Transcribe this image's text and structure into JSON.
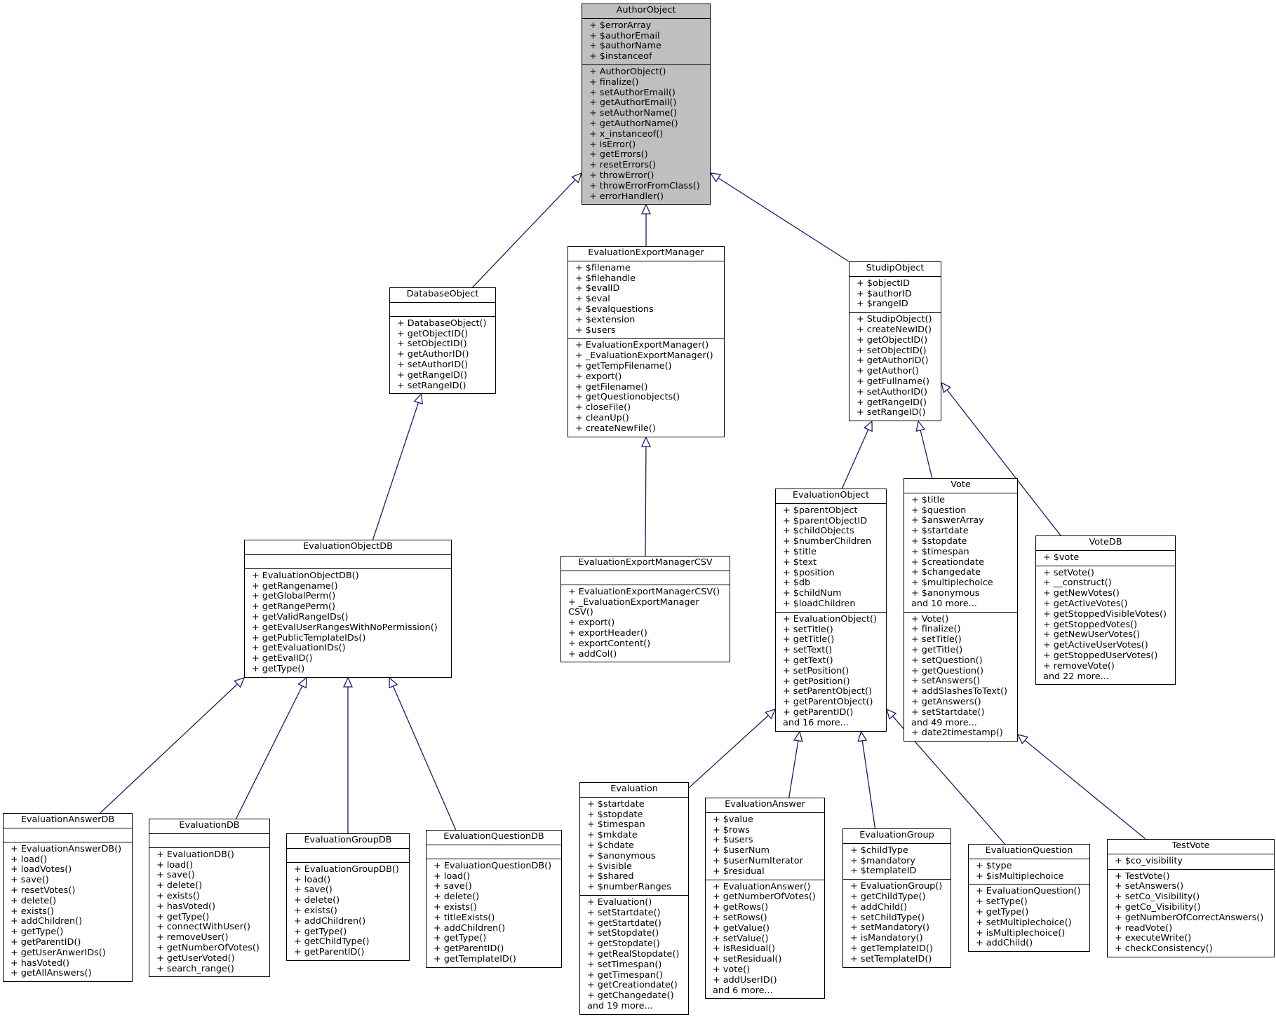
{
  "diagram": {
    "classes": [
      {
        "id": "AuthorObject",
        "name": "AuthorObject",
        "highlight": true,
        "attrs": [
          "+ $errorArray",
          "+ $authorEmail",
          "+ $authorName",
          "+ $instanceof"
        ],
        "ops": [
          "+ AuthorObject()",
          "+ finalize()",
          "+ setAuthorEmail()",
          "+ getAuthorEmail()",
          "+ setAuthorName()",
          "+ getAuthorName()",
          "+ x_instanceof()",
          "+ isError()",
          "+ getErrors()",
          "+ resetErrors()",
          "+ throwError()",
          "+ throwErrorFromClass()",
          "+ errorHandler()"
        ]
      },
      {
        "id": "DatabaseObject",
        "name": "DatabaseObject",
        "attrs": [],
        "ops": [
          "+ DatabaseObject()",
          "+ getObjectID()",
          "+ setObjectID()",
          "+ getAuthorID()",
          "+ setAuthorID()",
          "+ getRangeID()",
          "+ setRangeID()"
        ]
      },
      {
        "id": "EvaluationExportManager",
        "name": "EvaluationExportManager",
        "attrs": [
          "+ $filename",
          "+ $filehandle",
          "+ $evalID",
          "+ $eval",
          "+ $evalquestions",
          "+ $extension",
          "+ $users"
        ],
        "ops": [
          "+ EvaluationExportManager()",
          "+ _EvaluationExportManager()",
          "+ getTempFilename()",
          "+ export()",
          "+ getFilename()",
          "+ getQuestionobjects()",
          "+ closeFile()",
          "+ cleanUp()",
          "+ createNewFile()"
        ]
      },
      {
        "id": "StudipObject",
        "name": "StudipObject",
        "attrs": [
          "+ $objectID",
          "+ $authorID",
          "+ $rangeID"
        ],
        "ops": [
          "+ StudipObject()",
          "+ createNewID()",
          "+ getObjectID()",
          "+ setObjectID()",
          "+ getAuthorID()",
          "+ getAuthor()",
          "+ getFullname()",
          "+ setAuthorID()",
          "+ getRangeID()",
          "+ setRangeID()"
        ]
      },
      {
        "id": "EvaluationObjectDB",
        "name": "EvaluationObjectDB",
        "attrs": [],
        "ops": [
          "+ EvaluationObjectDB()",
          "+ getRangename()",
          "+ getGlobalPerm()",
          "+ getRangePerm()",
          "+ getValidRangeIDs()",
          "+ getEvalUserRangesWithNoPermission()",
          "+ getPublicTemplateIDs()",
          "+ getEvaluationIDs()",
          "+ getEvalID()",
          "+ getType()"
        ]
      },
      {
        "id": "EvaluationExportManagerCSV",
        "name": "EvaluationExportManagerCSV",
        "attrs": [],
        "ops": [
          "+ EvaluationExportManagerCSV()",
          "+ _EvaluationExportManager",
          "CSV()",
          "+ export()",
          "+ exportHeader()",
          "+ exportContent()",
          "+ addCol()"
        ]
      },
      {
        "id": "EvaluationObject",
        "name": "EvaluationObject",
        "attrs": [
          "+ $parentObject",
          "+ $parentObjectID",
          "+ $childObjects",
          "+ $numberChildren",
          "+ $title",
          "+ $text",
          "+ $position",
          "+ $db",
          "+ $childNum",
          "+ $loadChildren"
        ],
        "ops": [
          "+ EvaluationObject()",
          "+ setTitle()",
          "+ getTitle()",
          "+ setText()",
          "+ getText()",
          "+ setPosition()",
          "+ getPosition()",
          "+ setParentObject()",
          "+ getParentObject()",
          "+ getParentID()",
          "and 16 more..."
        ]
      },
      {
        "id": "Vote",
        "name": "Vote",
        "attrs": [
          "+ $title",
          "+ $question",
          "+ $answerArray",
          "+ $startdate",
          "+ $stopdate",
          "+ $timespan",
          "+ $creationdate",
          "+ $changedate",
          "+ $multiplechoice",
          "+ $anonymous",
          "and 10 more..."
        ],
        "ops": [
          "+ Vote()",
          "+ finalize()",
          "+ setTitle()",
          "+ getTitle()",
          "+ setQuestion()",
          "+ getQuestion()",
          "+ setAnswers()",
          "+ addSlashesToText()",
          "+ getAnswers()",
          "+ setStartdate()",
          "and 49 more...",
          "+ date2timestamp()"
        ]
      },
      {
        "id": "VoteDB",
        "name": "VoteDB",
        "attrs": [
          "+ $vote"
        ],
        "ops": [
          "+ setVote()",
          "+ __construct()",
          "+ getNewVotes()",
          "+ getActiveVotes()",
          "+ getStoppedVisibleVotes()",
          "+ getStoppedVotes()",
          "+ getNewUserVotes()",
          "+ getActiveUserVotes()",
          "+ getStoppedUserVotes()",
          "+ removeVote()",
          "and 22 more..."
        ]
      },
      {
        "id": "EvaluationAnswerDB",
        "name": "EvaluationAnswerDB",
        "attrs": [],
        "ops": [
          "+ EvaluationAnswerDB()",
          "+ load()",
          "+ loadVotes()",
          "+ save()",
          "+ resetVotes()",
          "+ delete()",
          "+ exists()",
          "+ addChildren()",
          "+ getType()",
          "+ getParentID()",
          "+ getUserAnwerIDs()",
          "+ hasVoted()",
          "+ getAllAnswers()"
        ]
      },
      {
        "id": "EvaluationDB",
        "name": "EvaluationDB",
        "attrs": [],
        "ops": [
          "+ EvaluationDB()",
          "+ load()",
          "+ save()",
          "+ delete()",
          "+ exists()",
          "+ hasVoted()",
          "+ getType()",
          "+ connectWithUser()",
          "+ removeUser()",
          "+ getNumberOfVotes()",
          "+ getUserVoted()",
          "+ search_range()"
        ]
      },
      {
        "id": "EvaluationGroupDB",
        "name": "EvaluationGroupDB",
        "attrs": [],
        "ops": [
          "+ EvaluationGroupDB()",
          "+ load()",
          "+ save()",
          "+ delete()",
          "+ exists()",
          "+ addChildren()",
          "+ getType()",
          "+ getChildType()",
          "+ getParentID()"
        ]
      },
      {
        "id": "EvaluationQuestionDB",
        "name": "EvaluationQuestionDB",
        "attrs": [],
        "ops": [
          "+ EvaluationQuestionDB()",
          "+ load()",
          "+ save()",
          "+ delete()",
          "+ exists()",
          "+ titleExists()",
          "+ addChildren()",
          "+ getType()",
          "+ getParentID()",
          "+ getTemplateID()"
        ]
      },
      {
        "id": "Evaluation",
        "name": "Evaluation",
        "attrs": [
          "+ $startdate",
          "+ $stopdate",
          "+ $timespan",
          "+ $mkdate",
          "+ $chdate",
          "+ $anonymous",
          "+ $visible",
          "+ $shared",
          "+ $numberRanges"
        ],
        "ops": [
          "+ Evaluation()",
          "+ setStartdate()",
          "+ getStartdate()",
          "+ setStopdate()",
          "+ getStopdate()",
          "+ getRealStopdate()",
          "+ setTimespan()",
          "+ getTimespan()",
          "+ getCreationdate()",
          "+ getChangedate()",
          "and 19 more..."
        ]
      },
      {
        "id": "EvaluationAnswer",
        "name": "EvaluationAnswer",
        "attrs": [
          "+ $value",
          "+ $rows",
          "+ $users",
          "+ $userNum",
          "+ $userNumIterator",
          "+ $residual"
        ],
        "ops": [
          "+ EvaluationAnswer()",
          "+ getNumberOfVotes()",
          "+ getRows()",
          "+ setRows()",
          "+ getValue()",
          "+ setValue()",
          "+ isResidual()",
          "+ setResidual()",
          "+ vote()",
          "+ addUserID()",
          "and 6 more..."
        ]
      },
      {
        "id": "EvaluationGroup",
        "name": "EvaluationGroup",
        "attrs": [
          "+ $childType",
          "+ $mandatory",
          "+ $templateID"
        ],
        "ops": [
          "+ EvaluationGroup()",
          "+ getChildType()",
          "+ addChild()",
          "+ setChildType()",
          "+ setMandatory()",
          "+ isMandatory()",
          "+ getTemplateID()",
          "+ setTemplateID()"
        ]
      },
      {
        "id": "EvaluationQuestion",
        "name": "EvaluationQuestion",
        "attrs": [
          "+ $type",
          "+ $isMultiplechoice"
        ],
        "ops": [
          "+ EvaluationQuestion()",
          "+ setType()",
          "+ getType()",
          "+ setMultiplechoice()",
          "+ isMultiplechoice()",
          "+ addChild()"
        ]
      },
      {
        "id": "TestVote",
        "name": "TestVote",
        "attrs": [
          "+ $co_visibility"
        ],
        "ops": [
          "+ TestVote()",
          "+ setAnswers()",
          "+ setCo_Visibility()",
          "+ getCo_Visibility()",
          "+ getNumberOfCorrectAnswers()",
          "+ readVote()",
          "+ executeWrite()",
          "+ checkConsistency()"
        ]
      }
    ],
    "edges": [
      {
        "from": "DatabaseObject",
        "to": "AuthorObject"
      },
      {
        "from": "EvaluationExportManager",
        "to": "AuthorObject"
      },
      {
        "from": "StudipObject",
        "to": "AuthorObject"
      },
      {
        "from": "EvaluationObjectDB",
        "to": "DatabaseObject"
      },
      {
        "from": "EvaluationExportManagerCSV",
        "to": "EvaluationExportManager"
      },
      {
        "from": "EvaluationObject",
        "to": "StudipObject"
      },
      {
        "from": "Vote",
        "to": "StudipObject"
      },
      {
        "from": "VoteDB",
        "to": "StudipObject"
      },
      {
        "from": "EvaluationAnswerDB",
        "to": "EvaluationObjectDB"
      },
      {
        "from": "EvaluationDB",
        "to": "EvaluationObjectDB"
      },
      {
        "from": "EvaluationGroupDB",
        "to": "EvaluationObjectDB"
      },
      {
        "from": "EvaluationQuestionDB",
        "to": "EvaluationObjectDB"
      },
      {
        "from": "Evaluation",
        "to": "EvaluationObject"
      },
      {
        "from": "EvaluationAnswer",
        "to": "EvaluationObject"
      },
      {
        "from": "EvaluationGroup",
        "to": "EvaluationObject"
      },
      {
        "from": "EvaluationQuestion",
        "to": "EvaluationObject"
      },
      {
        "from": "TestVote",
        "to": "Vote"
      }
    ],
    "colors": {
      "edge": "#191970",
      "border": "#000000",
      "highlight": "#bfbfbf"
    }
  }
}
